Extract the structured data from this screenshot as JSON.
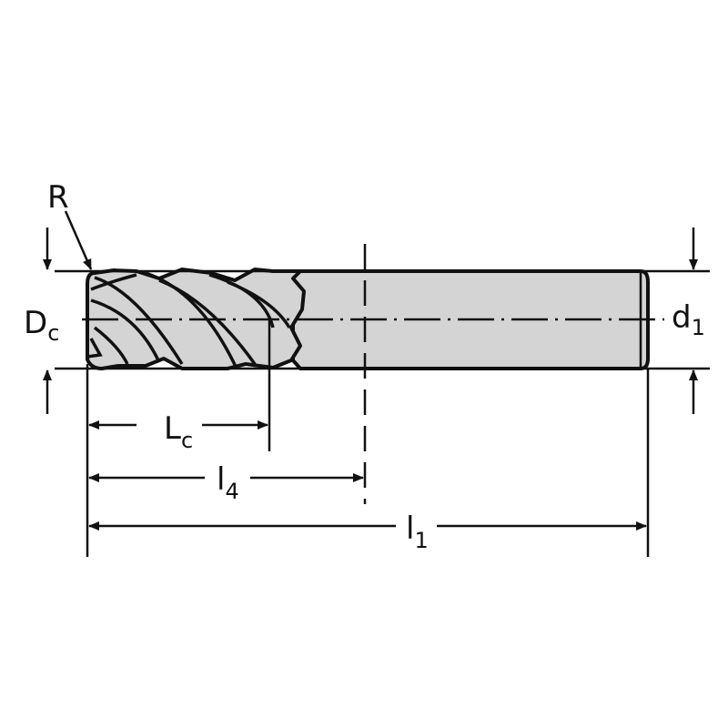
{
  "title": "End mill dimension diagram",
  "colors": {
    "body": "#d4d4d4",
    "line": "#111111"
  },
  "labels": {
    "radius": "R",
    "cutting_diameter": {
      "main": "D",
      "sub": "c"
    },
    "shank_diameter": {
      "main": "d",
      "sub": "1"
    },
    "cutting_length": {
      "main": "L",
      "sub": "c"
    },
    "usable_length": {
      "main": "l",
      "sub": "4"
    },
    "overall_length": {
      "main": "l",
      "sub": "1"
    }
  }
}
